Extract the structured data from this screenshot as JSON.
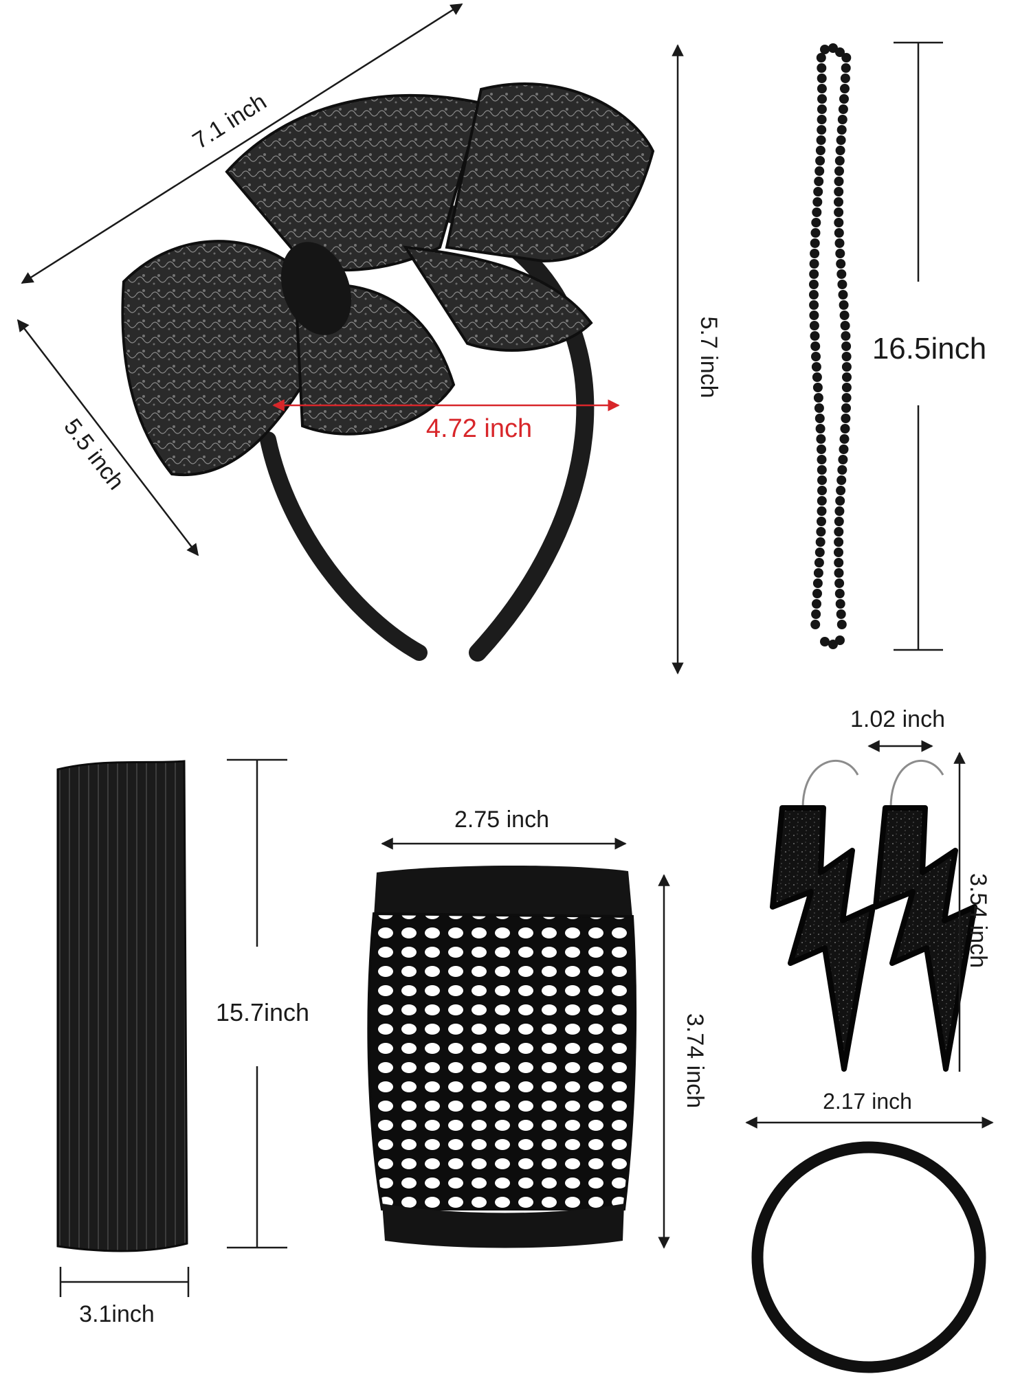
{
  "labels": {
    "headband_length": "7.1 inch",
    "headband_width": "5.5 inch",
    "headband_height": "5.7 inch",
    "bow_span": "4.72 inch",
    "necklace_length": "16.5inch",
    "leg_warmer_length": "15.7inch",
    "leg_warmer_width": "3.1inch",
    "glove_width": "2.75 inch",
    "glove_height": "3.74 inch",
    "earring_gap": "1.02 inch",
    "earring_height": "3.54 inch",
    "bracelet_diameter": "2.17 inch"
  },
  "colors": {
    "product": "#111111",
    "dimension_line": "#1a1a1a",
    "highlight": "#d8262a",
    "background": "#ffffff"
  }
}
